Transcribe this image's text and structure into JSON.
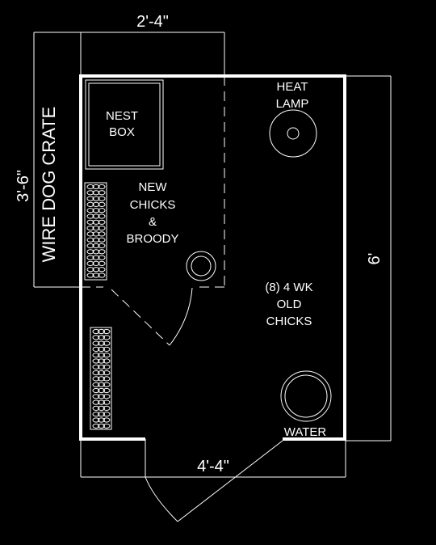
{
  "dimensions": {
    "top": "2'-4\"",
    "left": "3'-6\"",
    "right": "6'",
    "bottom": "4'-4\""
  },
  "labels": {
    "crate": "WIRE DOG CRATE",
    "nest_line1": "NEST",
    "nest_line2": "BOX",
    "heat_line1": "HEAT",
    "heat_line2": "LAMP",
    "new_line1": "NEW",
    "new_line2": "CHICKS",
    "new_line3": "&",
    "new_line4": "BROODY",
    "old_line1": "(8) 4 WK",
    "old_line2": "OLD",
    "old_line3": "CHICKS",
    "water": "WATER"
  },
  "colors": {
    "background": "#000000",
    "lines": "#ffffff"
  }
}
